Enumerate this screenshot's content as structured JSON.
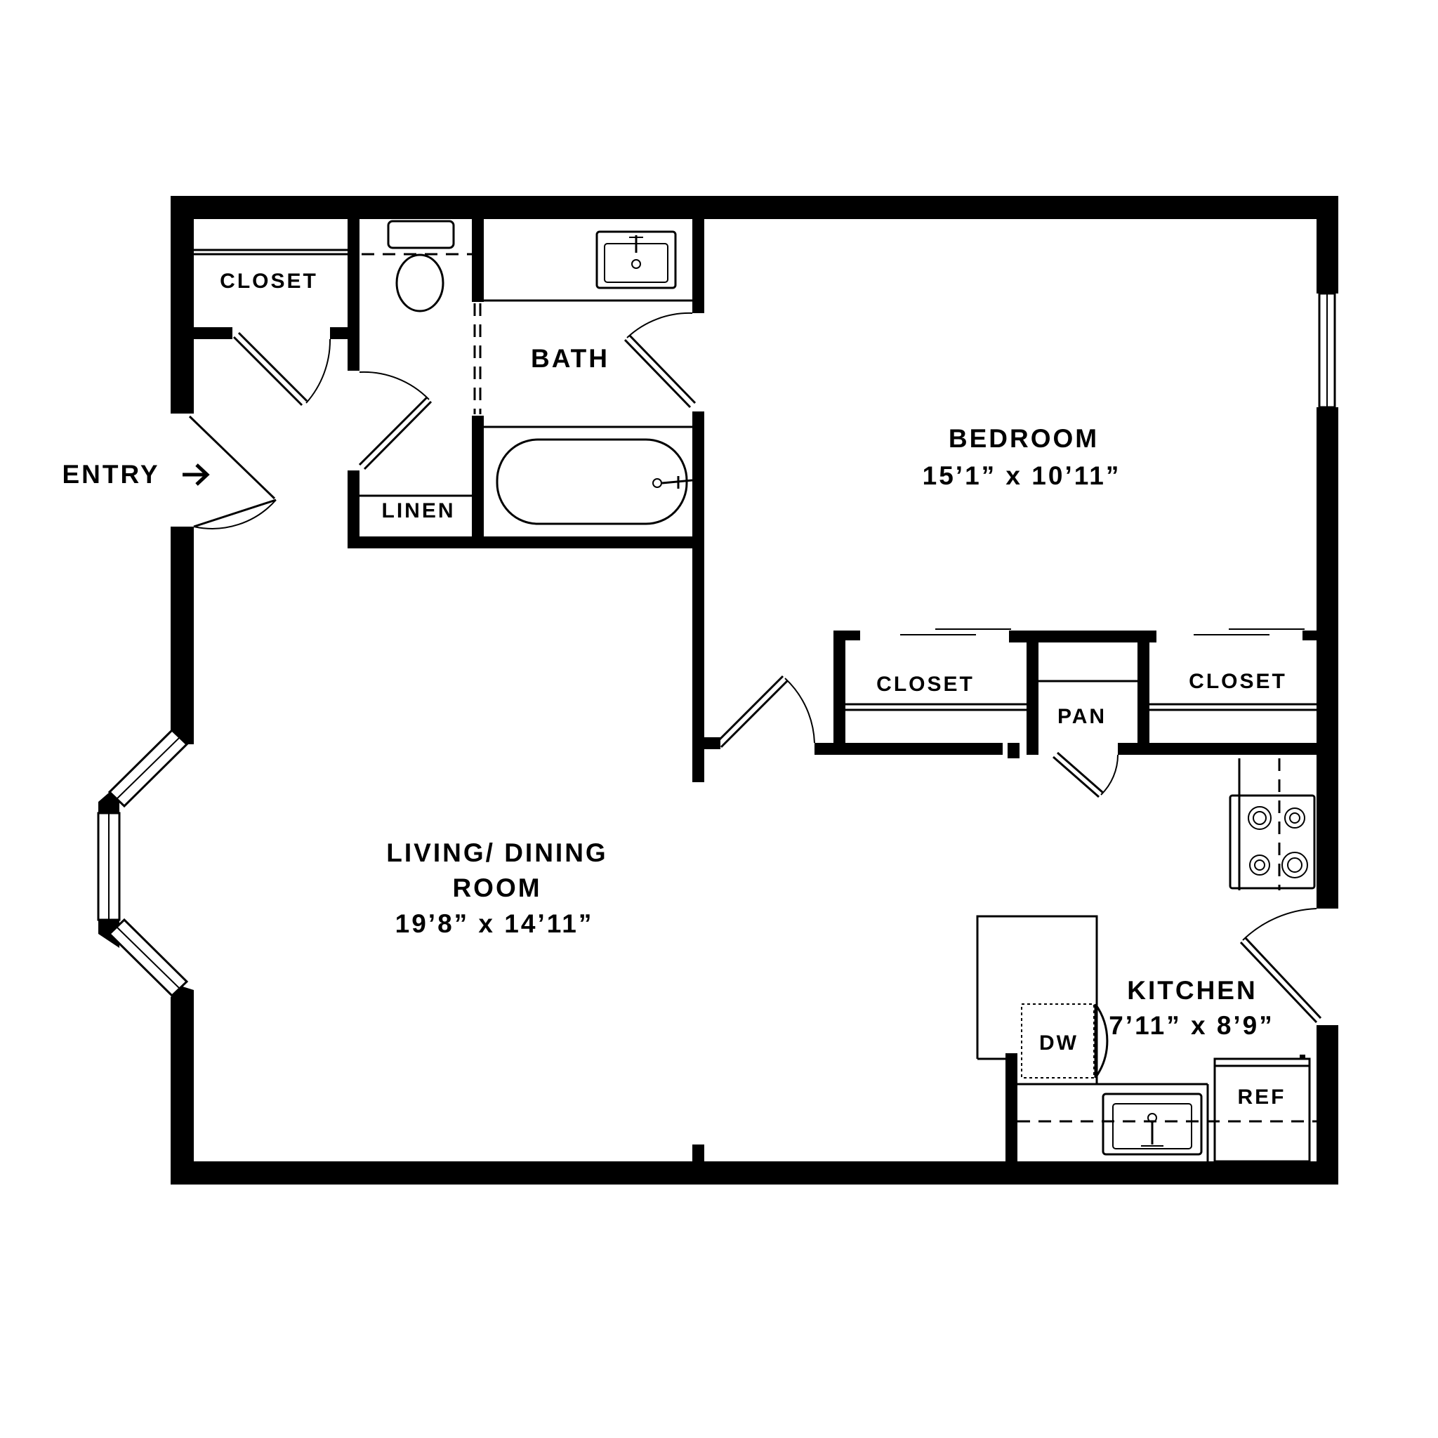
{
  "rooms": {
    "closet_top_left": {
      "label": "CLOSET"
    },
    "bath": {
      "label": "BATH"
    },
    "linen": {
      "label": "LINEN"
    },
    "bedroom": {
      "label": "BEDROOM",
      "dimensions": "15’1” x 10’11”"
    },
    "closet_bedroom_left": {
      "label": "CLOSET"
    },
    "pantry": {
      "label": "PAN"
    },
    "closet_bedroom_right": {
      "label": "CLOSET"
    },
    "living_dining": {
      "label_line1": "LIVING/ DINING",
      "label_line2": "ROOM",
      "dimensions": "19’8” x 14’11”"
    },
    "kitchen": {
      "label": "KITCHEN",
      "dimensions": "7’11” x 8’9”"
    }
  },
  "fixtures": {
    "dishwasher": "DW",
    "refrigerator": "REF"
  },
  "entry": {
    "label": "ENTRY"
  },
  "icons": [
    "entry-arrow-icon",
    "toilet-icon",
    "bathroom-sink-icon",
    "bathtub-icon",
    "stove-icon",
    "kitchen-sink-icon"
  ],
  "colors": {
    "wall": "#000000",
    "background": "#ffffff"
  }
}
